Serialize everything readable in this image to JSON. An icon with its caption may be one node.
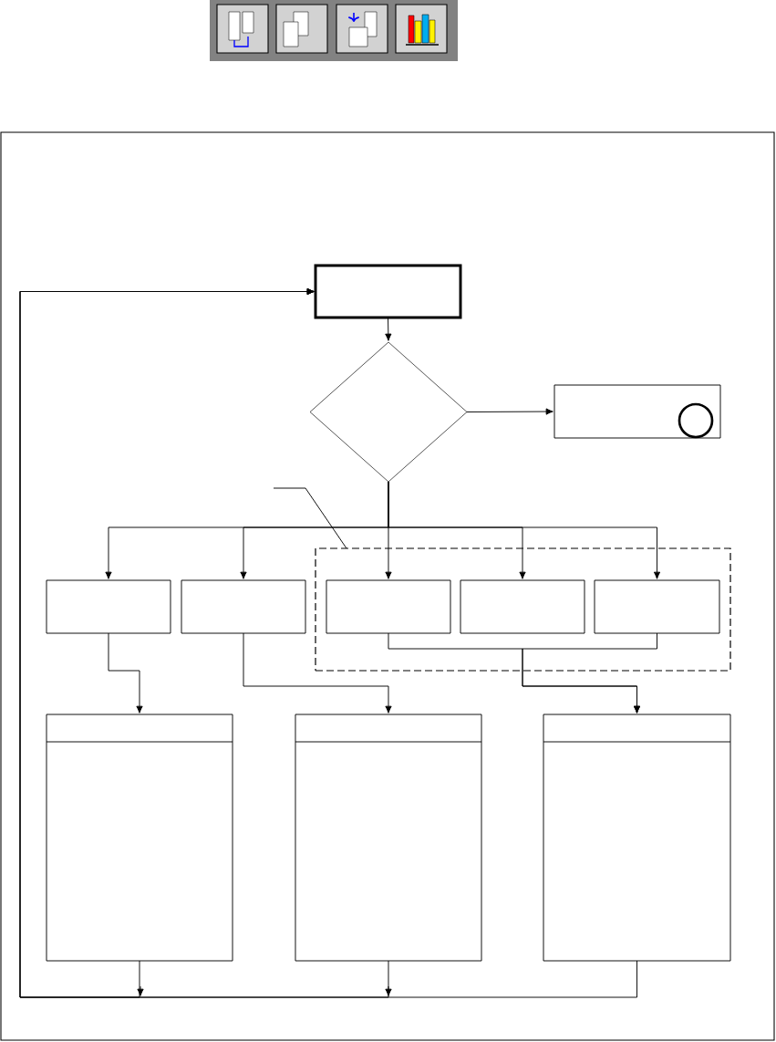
{
  "diagram": {
    "nodes": [
      {
        "text": [],
        "shape": "box"
      },
      {
        "text": [],
        "shape": "diamond"
      },
      {
        "text": [],
        "shape": "box"
      },
      {
        "text": [],
        "shape": "circle",
        "in": 2
      },
      {
        "text": [],
        "shape": "box"
      },
      {
        "text": [],
        "shape": "box"
      },
      {
        "text": [],
        "shape": "box"
      },
      {
        "text": [],
        "shape": "box",
        "in": 4
      },
      {
        "text": [],
        "shape": "box",
        "in": 4
      },
      {
        "text": [],
        "shape": "box",
        "in": 4
      },
      {
        "text": [],
        "shape": "box"
      },
      {
        "text": [],
        "shape": "box"
      },
      {
        "text": [],
        "shape": "box"
      }
    ],
    "edges": [
      {
        "from": 0,
        "to": 1,
        "arrow": "to"
      },
      {
        "from": 1,
        "to": 2,
        "arrow": "to"
      },
      {
        "from": 1,
        "to": 5,
        "arrow": "to"
      },
      {
        "from": 1,
        "to": 6,
        "arrow": "to"
      },
      {
        "from": 1,
        "to": 7,
        "arrow": "to"
      },
      {
        "from": 1,
        "to": 8,
        "arrow": "to"
      },
      {
        "from": 1,
        "to": 9,
        "arrow": "to"
      },
      {
        "from": 5,
        "to": 10,
        "arrow": "to"
      },
      {
        "from": 6,
        "to": 11,
        "arrow": "to"
      },
      {
        "from": 7,
        "to": 12,
        "arrow": "to"
      },
      {
        "from": 9,
        "to": 12,
        "arrow": "to"
      },
      {
        "from": 10,
        "to": 0,
        "arrow": "to"
      },
      {
        "from": 11,
        "to": 0,
        "arrow": "to"
      },
      {
        "from": 12,
        "to": 0,
        "arrow": "to"
      },
      {
        "from": null,
        "to": 4,
        "arrow": "none"
      }
    ]
  }
}
